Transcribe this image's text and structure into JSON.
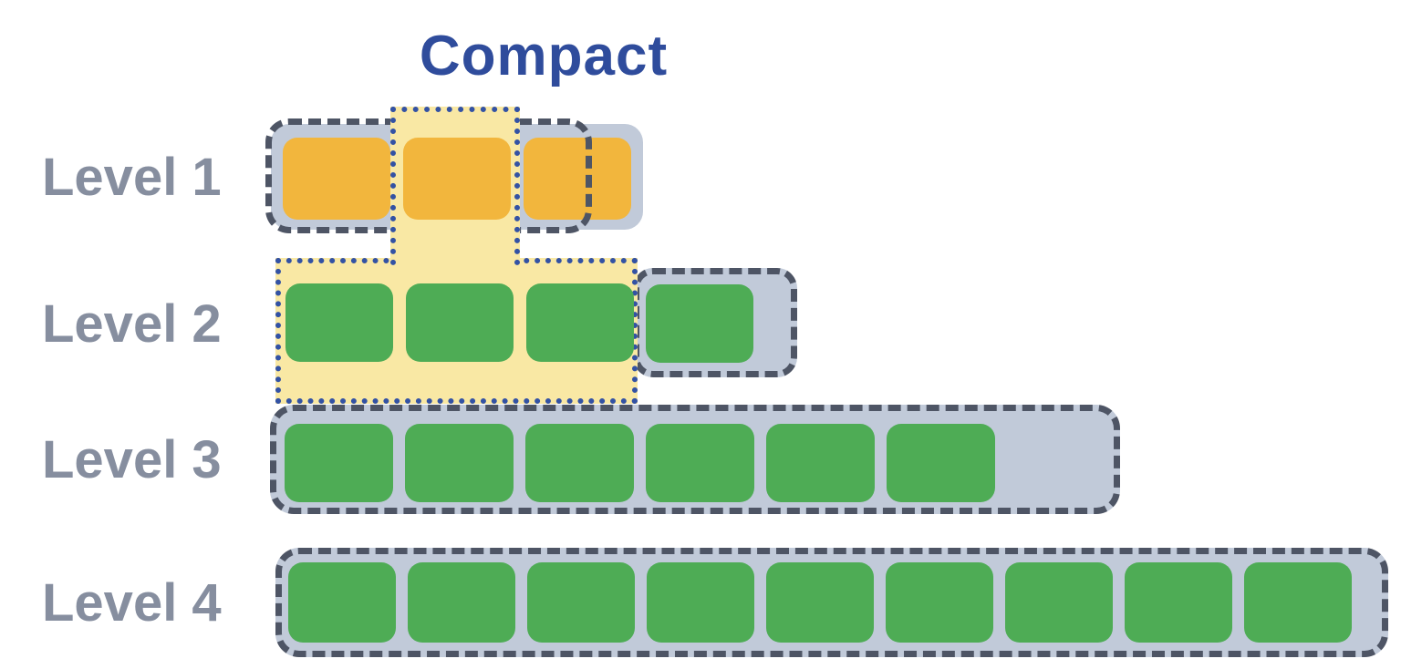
{
  "title": "Compact",
  "colors": {
    "title_text": "#2F4C9C",
    "label_text": "#868E9F",
    "container_fill": "#C1CAD9",
    "container_dashed_border": "#4E5565",
    "highlight_fill": "#F9E8A4",
    "highlight_dotted_border": "#3352A4",
    "file_yellow": "#F2B63D",
    "file_green": "#4EAC55"
  },
  "levels": [
    {
      "label": "Level 1",
      "file_count": 3,
      "file_color": "#F2B63D",
      "files_selected_for_compaction": 1
    },
    {
      "label": "Level 2",
      "file_count": 4,
      "file_color": "#4EAC55",
      "files_selected_for_compaction": 3,
      "files_not_selected": 1
    },
    {
      "label": "Level 3",
      "file_count": 6,
      "file_color": "#4EAC55"
    },
    {
      "label": "Level 4",
      "file_count": 9,
      "file_color": "#4EAC55"
    }
  ]
}
